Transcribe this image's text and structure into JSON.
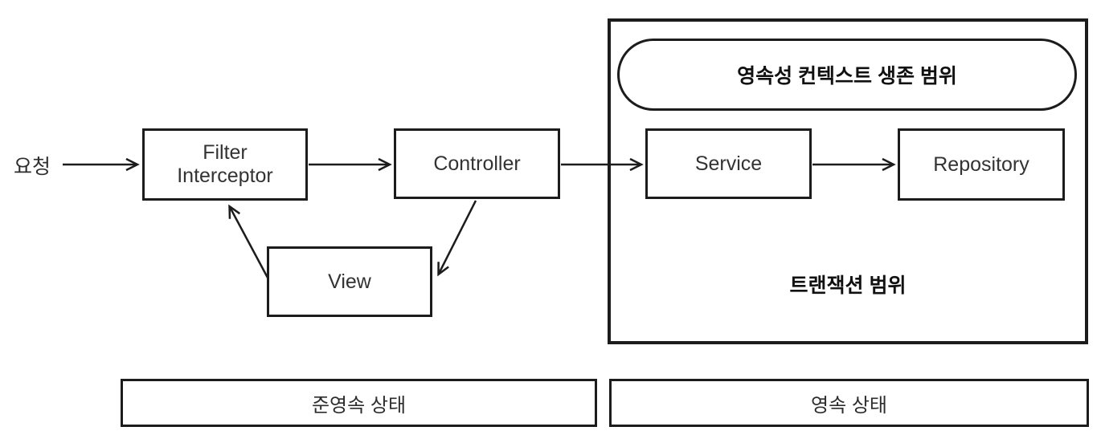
{
  "diagram": {
    "request_label": "요청",
    "nodes": {
      "filter_interceptor": {
        "line1": "Filter",
        "line2": "Interceptor"
      },
      "controller": {
        "label": "Controller"
      },
      "view": {
        "label": "View"
      },
      "service": {
        "label": "Service"
      },
      "repository": {
        "label": "Repository"
      }
    },
    "transaction_box": {
      "persistence_context_label": "영속성 컨텍스트 생존 범위",
      "transaction_scope_label": "트랜잭션 범위"
    },
    "state_bars": {
      "detached": "준영속 상태",
      "persistent": "영속 상태"
    },
    "colors": {
      "line": "#1c1c1c",
      "text": "#2d2d2d",
      "bold_text": "#111111",
      "background": "#ffffff"
    }
  }
}
